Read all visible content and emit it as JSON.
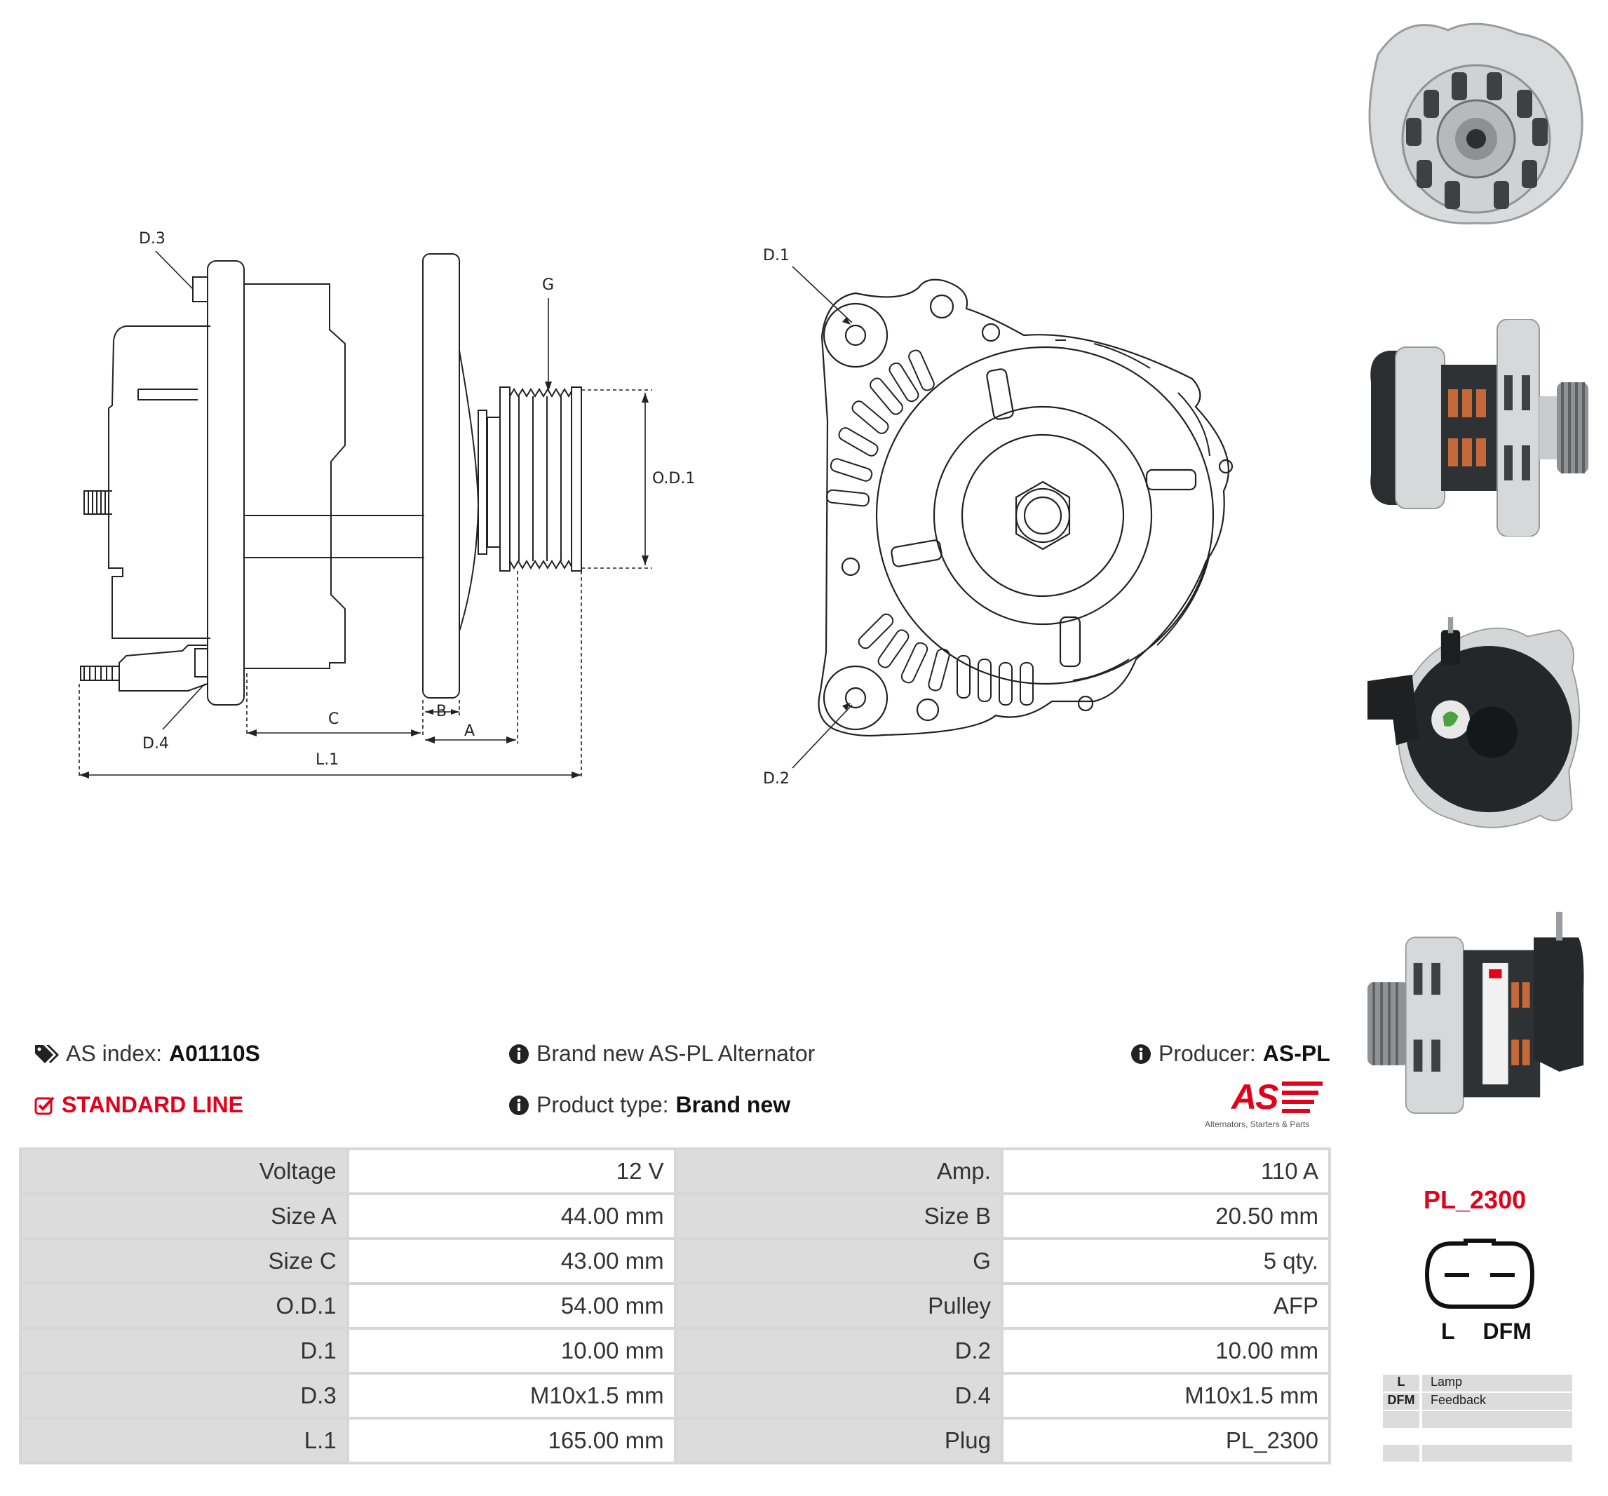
{
  "dimension_labels": {
    "d3": "D.3",
    "d4": "D.4",
    "g": "G",
    "od1": "O.D.1",
    "c": "C",
    "b": "B",
    "a": "A",
    "l1": "L.1",
    "d1": "D.1",
    "d2": "D.2"
  },
  "info": {
    "index_label": "AS index:",
    "index_value": "A01110S",
    "description": "Brand new AS-PL Alternator",
    "producer_label": "Producer:",
    "producer_value": "AS-PL",
    "line": "STANDARD LINE",
    "type_label": "Product type:",
    "type_value": "Brand new"
  },
  "logo": {
    "mark": "AS",
    "tagline": "Alternators, Starters & Parts"
  },
  "specs": [
    [
      "Voltage",
      "12 V",
      "Amp.",
      "110 A"
    ],
    [
      "Size A",
      "44.00 mm",
      "Size B",
      "20.50 mm"
    ],
    [
      "Size C",
      "43.00 mm",
      "G",
      "5 qty."
    ],
    [
      "O.D.1",
      "54.00 mm",
      "Pulley",
      "AFP"
    ],
    [
      "D.1",
      "10.00 mm",
      "D.2",
      "10.00 mm"
    ],
    [
      "D.3",
      "M10x1.5 mm",
      "D.4",
      "M10x1.5 mm"
    ],
    [
      "L.1",
      "165.00 mm",
      "Plug",
      "PL_2300"
    ]
  ],
  "plug": {
    "code": "PL_2300",
    "terminals": [
      "L",
      "DFM"
    ],
    "legend": [
      {
        "key": "L",
        "value": "Lamp"
      },
      {
        "key": "DFM",
        "value": "Feedback"
      },
      {
        "key": "",
        "value": ""
      },
      {
        "key": "",
        "value": ""
      }
    ]
  },
  "colors": {
    "accent": "#e3001b",
    "table_label_bg": "#dcdcdc"
  }
}
